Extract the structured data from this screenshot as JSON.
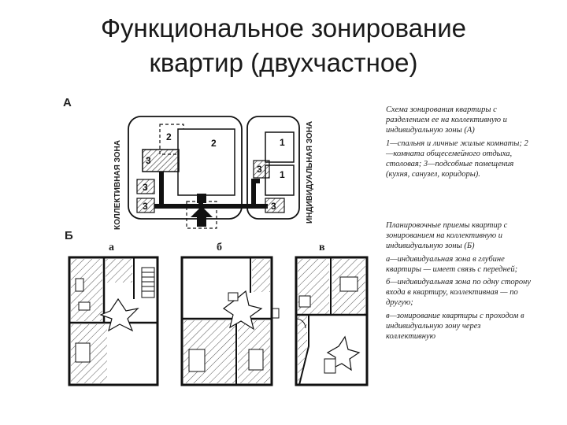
{
  "slide": {
    "title_line1": "Функциональное зонирование",
    "title_line2": "квартир (двухчастное)"
  },
  "figure_a": {
    "label": "А",
    "zone_collective": "КОЛЛЕКТИВНАЯ ЗОНА",
    "zone_individual": "ИНДИВИДУАЛЬНАЯ ЗОНА",
    "rooms": [
      "2",
      "2",
      "3",
      "3",
      "3",
      "1",
      "1",
      "3",
      "3"
    ]
  },
  "figure_b": {
    "label": "Б",
    "plans": [
      "а",
      "б",
      "в"
    ]
  },
  "caption_a": {
    "title": "Схема зонирования квартиры с разделением ее на коллективную и индивидуальную зоны (А)",
    "item1": "1—спальня и личные жилые комнаты; 2—комната общесемейного отдыха, столовая; 3—подсобные помещения (кухня, санузел, коридоры)."
  },
  "caption_b": {
    "title": "Планировочные приемы квартир с зонированием на коллективную и индивидуальную зоны (Б)",
    "item_a": "а—индивидуальная зона в глубине квартиры — имеет связь с передней;",
    "item_b": "б—индивидуальная зона по одну сторону входа в квартиру, коллективная — по другую;",
    "item_v": "в—зонирование квартиры с проходом в индивидуальную зону через коллективную"
  },
  "colors": {
    "ink": "#1a1a1a",
    "hatch": "#333333",
    "paper": "#ffffff"
  },
  "icons": [
    "entrance-arrow-icon",
    "stair-icon",
    "door-swing-icon"
  ]
}
